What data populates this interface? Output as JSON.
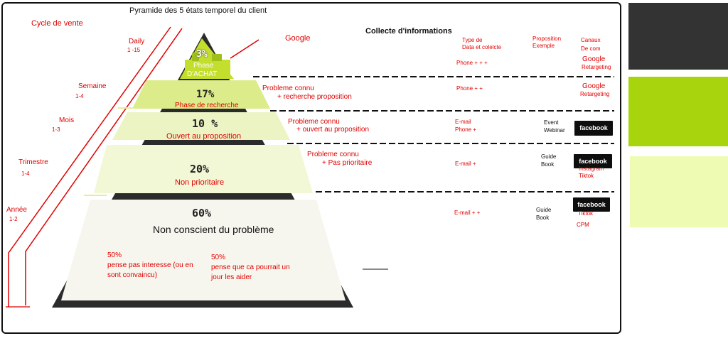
{
  "title": "Pyramide des 5 états temporel du client",
  "collecte": "Collecte d'informations",
  "cycle_label": "Cycle de vente",
  "google_label": "Google",
  "headers": {
    "type_data": "Type de",
    "type_data2": "Data et colelcte",
    "proposition": "Proposition",
    "proposition2": "Exemple",
    "canaux": "Canaux",
    "canaux2": "De com"
  },
  "cycles": [
    {
      "label": "Daily",
      "range": "1 -15"
    },
    {
      "label": "Semaine",
      "range": "1-4"
    },
    {
      "label": "Mois",
      "range": "1-3"
    },
    {
      "label": "Trimestre",
      "range": "1-4"
    },
    {
      "label": "Année",
      "range": "1-2"
    }
  ],
  "levels": [
    {
      "pct": "3%",
      "name": "Phase",
      "name2": "D'ACHAT"
    },
    {
      "pct": "17%",
      "name": "Phase de recherche"
    },
    {
      "pct": "10 %",
      "name": "Ouvert au proposition"
    },
    {
      "pct": "20%",
      "name": "Non prioritaire"
    },
    {
      "pct": "60%",
      "name": "Non conscient du problème"
    }
  ],
  "split_left": {
    "pct": "50%",
    "text1": "pense pas interesse (ou en",
    "text2": "sont convaincu)"
  },
  "split_right": {
    "pct": "50%",
    "text1": "pense que ca pourrait un",
    "text2": "jour les aider"
  },
  "descriptions": [
    {
      "line1": "Probleme connu",
      "line2": "+ recherche proposition"
    },
    {
      "line1": "Probleme connu",
      "line2": "+ ouvert au proposition"
    },
    {
      "line1": "Probleme connu",
      "line2": "+ Pas prioritaire"
    }
  ],
  "data_types": [
    "Phone + + +",
    "Phone + +",
    "E-mail",
    "Phone +",
    "E-mail +",
    "E-mail + +"
  ],
  "propositions": [
    "Event",
    "Webinar",
    "Guide",
    "Book",
    "Guide",
    "Book"
  ],
  "channels": {
    "google1": "Google",
    "retargeting1": "Retargeting",
    "google2": "Google",
    "retargeting2": "Retargeting",
    "facebook": "facebook",
    "instagram": "Instagram",
    "tiktok1": "Tiktok",
    "tiktok2": "Tiktok",
    "cpm": "CPM"
  },
  "colors": {
    "top": "#c3de2c",
    "level2": "#dcec8a",
    "level3": "#ecf4c4",
    "level4": "#f2f7d6",
    "bottom": "#f7f6ee",
    "swatch_dark": "#333333",
    "swatch_green": "#a7d40c",
    "swatch_light": "#eefbb3",
    "accent_red": "#e00000"
  }
}
